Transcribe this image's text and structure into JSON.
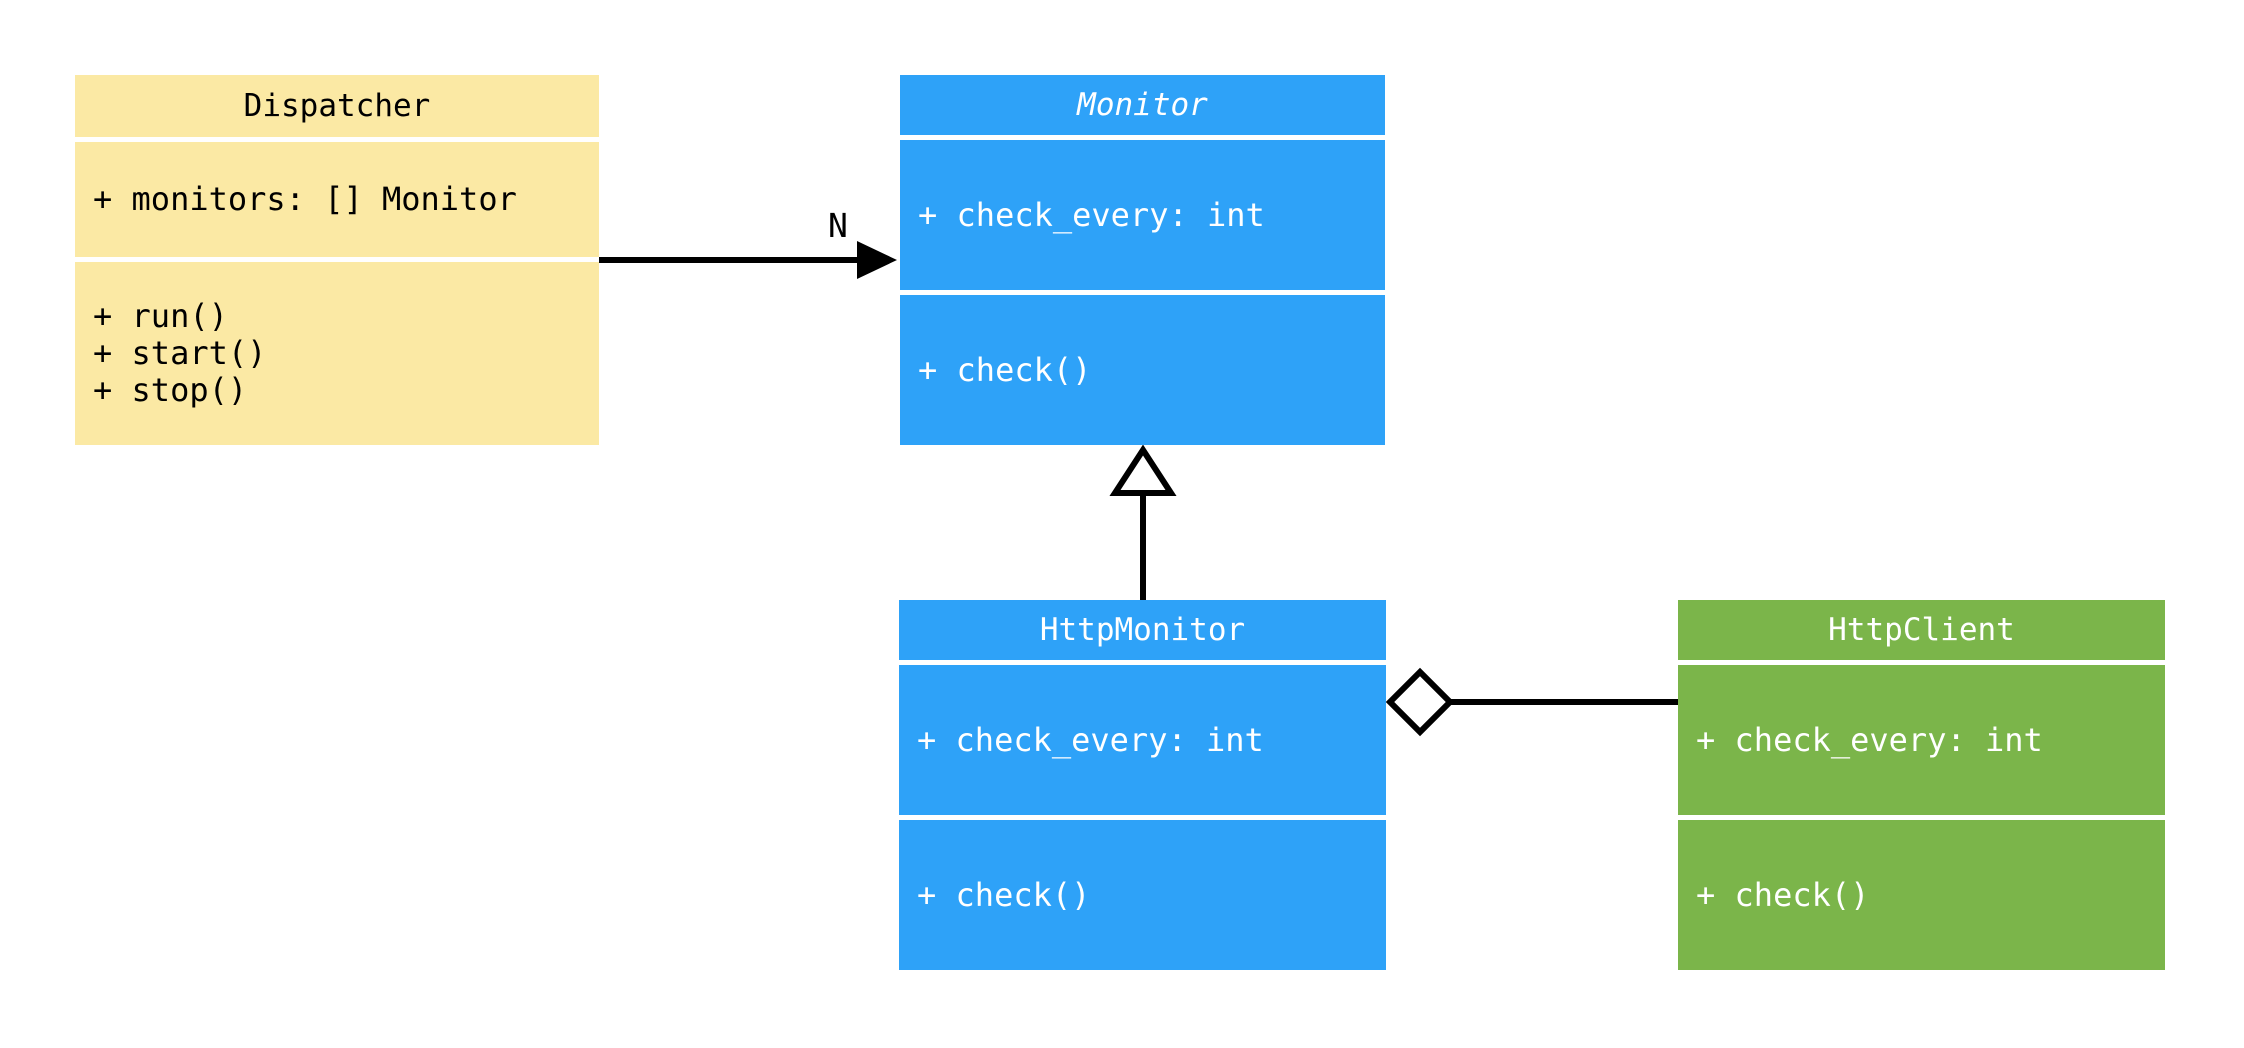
{
  "diagram": {
    "type": "UML class diagram",
    "background_color": "#ffffff",
    "line_color": "#000000",
    "classes": [
      {
        "name": "Dispatcher",
        "abstract": false,
        "fill_color": "#FBE9A4",
        "text_color": "#000000",
        "attributes": [
          "+ monitors: [] Monitor"
        ],
        "methods": [
          "+ run()",
          "+ start()",
          "+ stop()"
        ]
      },
      {
        "name": "Monitor",
        "abstract": true,
        "fill_color": "#2EA2F8",
        "text_color": "#ffffff",
        "attributes": [
          "+ check_every: int"
        ],
        "methods": [
          "+ check()"
        ]
      },
      {
        "name": "HttpMonitor",
        "abstract": false,
        "fill_color": "#2EA2F8",
        "text_color": "#ffffff",
        "attributes": [
          "+ check_every: int"
        ],
        "methods": [
          "+ check()"
        ]
      },
      {
        "name": "HttpClient",
        "abstract": false,
        "fill_color": "#7BB54A",
        "text_color": "#ffffff",
        "attributes": [
          "+ check_every: int"
        ],
        "methods": [
          "+ check()"
        ]
      }
    ],
    "relationships": [
      {
        "type": "association",
        "from": "Dispatcher",
        "to": "Monitor",
        "multiplicity": "N",
        "arrow": "filled-arrowhead"
      },
      {
        "type": "inheritance",
        "from": "HttpMonitor",
        "to": "Monitor",
        "arrow": "hollow-triangle"
      },
      {
        "type": "aggregation",
        "from": "HttpMonitor",
        "to": "HttpClient",
        "arrow": "hollow-diamond"
      }
    ]
  }
}
